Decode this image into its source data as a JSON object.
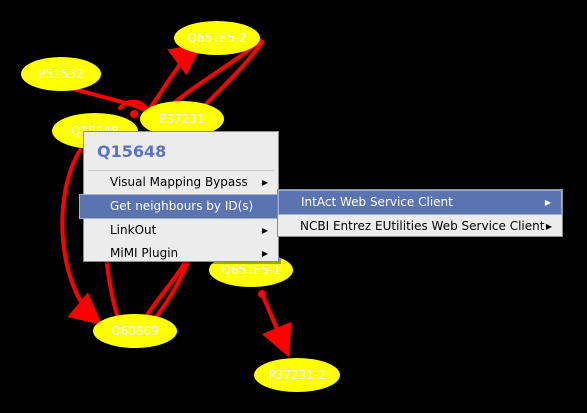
{
  "nodes": [
    {
      "id": "n1",
      "label": "Q65TE5-2",
      "color": "#ffff00"
    },
    {
      "id": "n2",
      "label": "P51532",
      "color": "#ffff00"
    },
    {
      "id": "n3",
      "label": "P37231",
      "color": "#ffff00"
    },
    {
      "id": "n4",
      "label": "Q15648",
      "color": "#ffff00"
    },
    {
      "id": "n5",
      "label": "Q65TE5-1",
      "color": "#ffff00"
    },
    {
      "id": "n6",
      "label": "Q60869",
      "color": "#ffff00"
    },
    {
      "id": "n7",
      "label": "P37231-2",
      "color": "#ffff00"
    }
  ],
  "edge_color": "#ff0000",
  "context_menu": {
    "title": "Q15648",
    "items": [
      {
        "label": "Visual Mapping Bypass",
        "has_submenu": true
      },
      {
        "label": "Get neighbours by ID(s)",
        "has_submenu": false,
        "selected": true
      },
      {
        "label": "LinkOut",
        "has_submenu": true
      },
      {
        "label": "MiMI Plugin",
        "has_submenu": true
      }
    ],
    "submenu_arrow": "▶"
  },
  "submenu": {
    "items": [
      {
        "label": "IntAct Web Service Client",
        "has_submenu": true,
        "selected": true
      },
      {
        "label": "NCBI Entrez EUtilities Web Service Client",
        "has_submenu": true
      }
    ]
  }
}
